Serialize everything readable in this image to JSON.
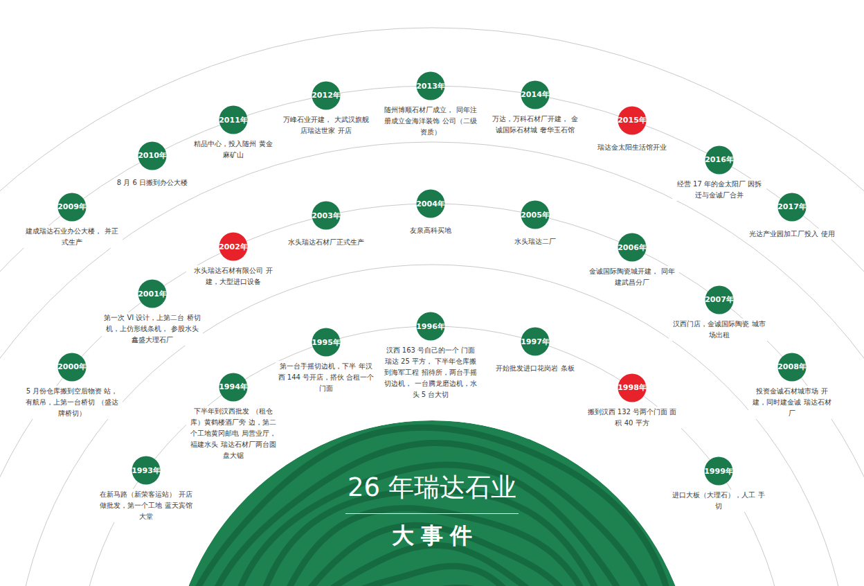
{
  "diagram": {
    "nodes": [
      {
        "text": [
          "1993年",
          "在新马路（新荣客运站） 开店做批发，第一个工地 蓝天宾馆大堂"
        ]
      },
      {
        "text": [
          "1994年",
          "下半年到汉西批发 （租仓库）黄鹤楼酒厂旁 边，第二个工地黄冈邮电 局营业厅，福建水头 瑞达石材厂两台圆盘大锯"
        ]
      },
      {
        "text": [
          "1995年",
          "第一台手摇切边机，下半 年汉西 144 号开店，搭伙 合租一个门面"
        ]
      },
      {
        "text": [
          "1996年",
          "汉西 163 号自己的一个 门面瑞达 25 平方， 下半年仓库搬到海军工程 招待所，两台手摇切边机， 一台腾龙磨边机，水头 5 台大切"
        ]
      },
      {
        "text": [
          "1997年",
          "开始批发进口花岗岩 条板"
        ]
      },
      {
        "text": [
          "1998年",
          "搬到汉西 132 号两个门面 面积 40 平方"
        ]
      },
      {
        "text": [
          "1999年",
          "进口大板（大理石），人工 手切"
        ]
      },
      {
        "text": [
          "2000年",
          "5 月份仓库搬到空后物资 站，有航吊，上第一台桥切 （盛达牌桥切）"
        ]
      },
      {
        "text": [
          "2001年",
          "第一次 VI 设计，上第二台 桥切机，上仿形线条机， 参股水头鑫盛大理石厂"
        ]
      },
      {
        "text": [
          "2002年",
          "水头瑞达石材有限公司 开建，大型进口设备"
        ]
      },
      {
        "text": [
          "2003年",
          "水头瑞达石材厂正式生产"
        ]
      },
      {
        "text": [
          "2004年",
          "友泉高科买地"
        ]
      },
      {
        "text": [
          "2005年",
          "水头瑞达二厂"
        ]
      },
      {
        "text": [
          "2006年",
          "金诚国际陶瓷城开建， 同年建武昌分厂"
        ]
      },
      {
        "text": [
          "2007年",
          "汉西门店，金诚国际陶瓷 城市场出租"
        ]
      },
      {
        "text": [
          "2008年",
          "投资金诚石材城市场 开建，同时建金诚 瑞达石材厂"
        ]
      },
      {
        "text": [
          "2009年",
          "建成瑞达石业办公大楼， 并正式生产"
        ]
      },
      {
        "text": [
          "2010年",
          "8 月 6 日搬到办公大楼"
        ]
      },
      {
        "text": [
          "2011年",
          "精品中心，投入随州 黄金麻矿山"
        ]
      },
      {
        "text": [
          "2012年",
          "万峰石业开建， 大武汉旗舰店瑞达世家 开店"
        ]
      },
      {
        "text": [
          "2013年",
          "随州博顺石材厂成立， 同年注册成立金海洋装饰 公司（二级资质）"
        ]
      },
      {
        "text": [
          "2014年",
          "万达，万科石材厂开建， 金诚国际石材城 奢华玉石馆"
        ]
      },
      {
        "text": [
          "2015年",
          "瑞达金太阳生活馆开业"
        ]
      },
      {
        "text": [
          "2016年",
          "经营 17 年的金太阳厂 因拆迁与金诚厂合并"
        ]
      },
      {
        "text": [
          "2017年",
          "光达产业园加工厂投入 使用"
        ]
      },
      {
        "text": [
          "26 年瑞达石业",
          "大事件"
        ]
      }
    ]
  }
}
